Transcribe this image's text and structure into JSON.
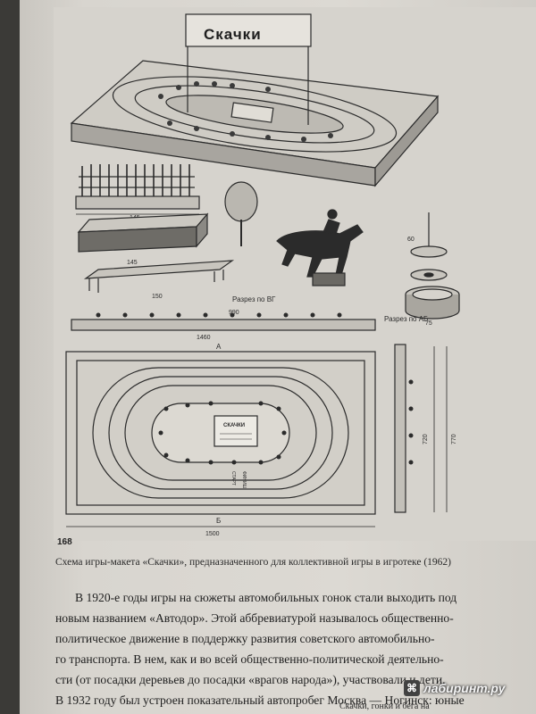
{
  "illustration": {
    "sign_title": "Скачки",
    "inner_sign": "СКАЧКИ",
    "dim_145a": "145",
    "dim_145b": "145",
    "dim_150": "150",
    "dim_60": "60",
    "dim_75": "75",
    "dim_1460": "1460",
    "dim_1500": "1500",
    "dim_990": "990",
    "dim_720": "720",
    "dim_770": "770",
    "section_bg": "Разрез по ВГ",
    "section_ab": "Разрез по АБ",
    "letter_a": "А",
    "letter_b": "Б",
    "start_label": "СТАРТ",
    "finish_label": "ФИНИШ"
  },
  "page_number": "168",
  "caption": "Схема игры-макета «Скачки», предназначенного для коллективной игры в игротеке (1962)",
  "body_lines": [
    "В 1920-е годы игры на сюжеты автомобильных гонок стали выходить под",
    "новым названием «Автодор». Этой аббревиатурой называлось общественно-",
    "политическое движение в поддержку развития советского автомобильно-",
    "го транспорта. В нем, как и во всей общественно-политической деятельно-",
    "сти (от посадки деревьев до посадки «врагов народа»), участвовали и дети.",
    "В 1932 году был устроен показательный автопробег Москва — Ногинск: юные"
  ],
  "running_footer": "Скачки, гонки и бега на",
  "watermark": {
    "text": "лабиринт.ру",
    "icon": "labyrinth-logo-icon"
  }
}
